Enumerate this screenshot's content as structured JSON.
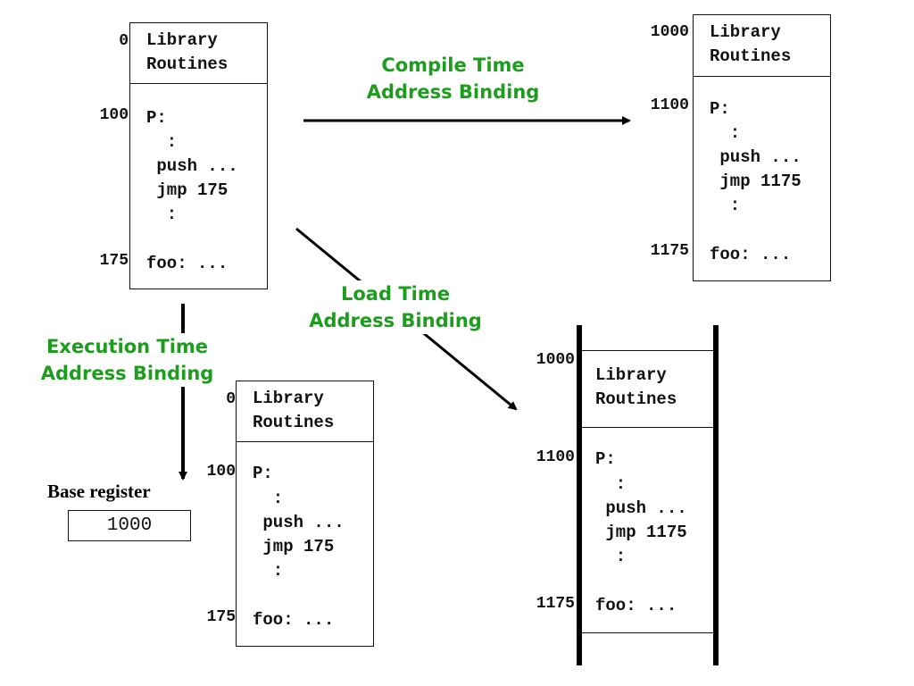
{
  "labels": {
    "compile": [
      "Compile Time",
      "Address Binding"
    ],
    "load": [
      "Load Time",
      "Address Binding"
    ],
    "exec": [
      "Execution Time",
      "Address Binding"
    ]
  },
  "source": {
    "addrs": [
      "0",
      "100",
      "175"
    ],
    "header": [
      "Library",
      "Routines"
    ],
    "code": [
      "P:",
      "  :",
      " push ...",
      " jmp 175",
      "  :",
      "",
      "foo: ..."
    ]
  },
  "compiled": {
    "addrs": [
      "1000",
      "1100",
      "1175"
    ],
    "header": [
      "Library",
      "Routines"
    ],
    "code": [
      "P:",
      "  :",
      " push ...",
      " jmp 1175",
      "  :",
      "",
      "foo: ..."
    ]
  },
  "loaded": {
    "addrs": [
      "1000",
      "1100",
      "1175"
    ],
    "header": [
      "Library",
      "Routines"
    ],
    "code": [
      "P:",
      "  :",
      " push ...",
      " jmp 1175",
      "  :",
      "",
      "foo: ..."
    ]
  },
  "exec": {
    "addrs": [
      "0",
      "100",
      "175"
    ],
    "header": [
      "Library",
      "Routines"
    ],
    "code": [
      "P:",
      "  :",
      " push ...",
      " jmp 175",
      "  :",
      "",
      "foo: ..."
    ]
  },
  "base_register": {
    "label": "Base register",
    "value": "1000"
  }
}
